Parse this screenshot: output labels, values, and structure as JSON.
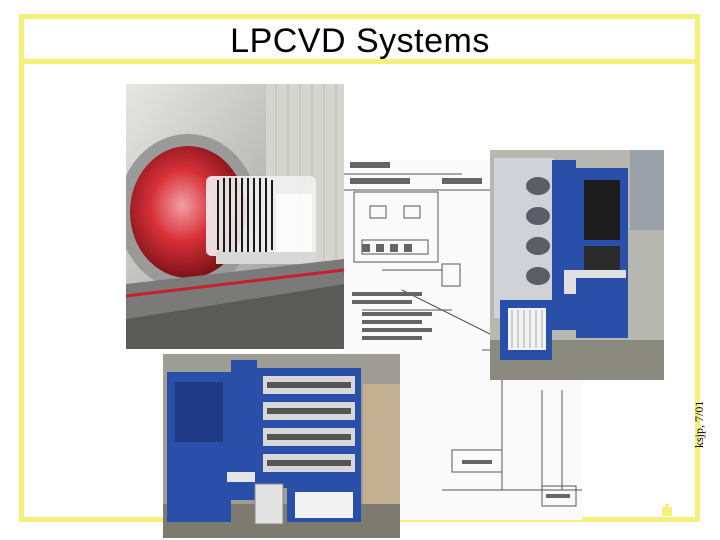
{
  "slide": {
    "title": "LPCVD Systems",
    "side_note": "ksjp, 7/01"
  },
  "images": [
    {
      "name": "wafer-boat-tube-photo",
      "description_icon": "photo"
    },
    {
      "name": "equipment-schematic-drawing",
      "description_icon": "schematic"
    },
    {
      "name": "furnace-cabinet-photo-right",
      "description_icon": "photo"
    },
    {
      "name": "furnace-cabinet-photo-bottom",
      "description_icon": "photo"
    }
  ],
  "colors": {
    "frame": "#f5f07a",
    "equipment_blue": "#2a4fa8",
    "tube_red": "#c8202a"
  }
}
